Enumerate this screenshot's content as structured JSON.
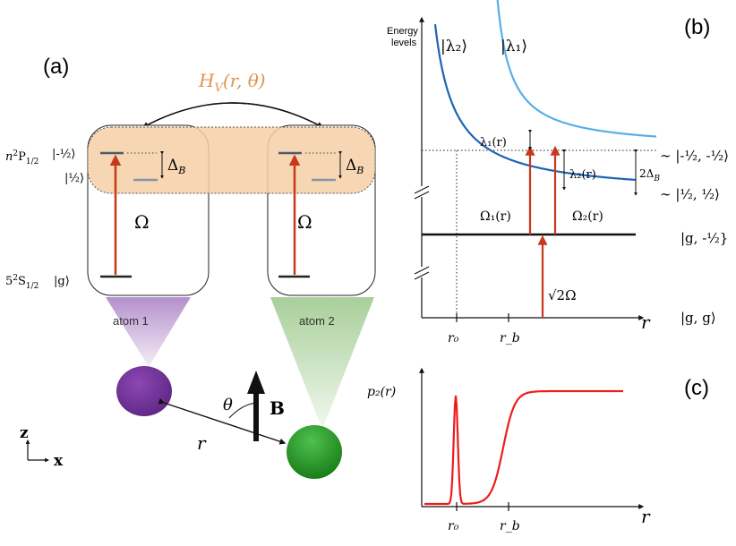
{
  "panel_a": {
    "label": "(a)",
    "interaction_label": "H_V(r,θ)",
    "interaction_sub": "V",
    "interaction_rest": "(r, θ)",
    "state_np_main": "n²P",
    "state_np_sub": "1/2",
    "state_minus_half": "|-½⟩",
    "state_plus_half": "|½⟩",
    "state_gs_main": "5²S",
    "state_gs_sub": "1/2",
    "state_g": "|g⟩",
    "delta_b": "Δ_B",
    "delta_b_main": "Δ",
    "delta_b_sub": "B",
    "omega": "Ω",
    "atom1_label": "atom 1",
    "atom2_label": "atom 2",
    "theta": "θ",
    "r": "r",
    "field": "B",
    "axis_z": "z",
    "axis_x": "x",
    "colors": {
      "interaction_box": "#f5cfa6",
      "interaction_text": "#e0934f",
      "laser": "#c8381a",
      "atom1": "#7b3aa0",
      "atom2": "#2e9a2e",
      "cone1": "#c9b0da",
      "cone2": "#c5dfbd"
    }
  },
  "panel_b": {
    "label": "(b)",
    "ylabel_line1": "Energy",
    "ylabel_line2": "levels",
    "lambda2": "|λ₂⟩",
    "lambda1": "|λ₁⟩",
    "lambda1_r": "λ₁(r)",
    "lambda2_r": "λ₂(r)",
    "two_delta_b": "2Δ_B",
    "two_delta_main": "2Δ",
    "two_delta_sub": "B",
    "omega1": "Ω₁(r)",
    "omega2": "Ω₂(r)",
    "sqrt2omega": "√2Ω",
    "state_upper": "∼ |-½, -½⟩",
    "state_lower": "∼ |½, ½⟩",
    "state_g_minus": "|g, -½}",
    "state_gg": "|g, g⟩",
    "xaxis": "r",
    "tick_r0": "r₀",
    "tick_rb": "r_b",
    "colors": {
      "lambda1": "#5aaee8",
      "lambda2": "#1a64b8",
      "laser": "#c8381a"
    }
  },
  "panel_c": {
    "label": "(c)",
    "ylabel": "p₂(r)",
    "xaxis": "r",
    "tick_r0": "r₀",
    "tick_rb": "r_b",
    "colors": {
      "curve": "#ee1c1c"
    }
  }
}
